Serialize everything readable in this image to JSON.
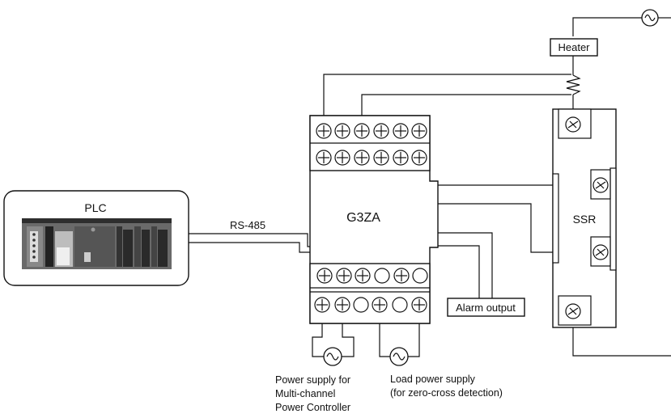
{
  "labels": {
    "plc": "PLC",
    "rs485": "RS-485",
    "controller": "G3ZA",
    "ssr": "SSR",
    "heater": "Heater",
    "alarm": "Alarm output",
    "power_supply_lines": [
      "Power supply for",
      "Multi-channel",
      "Power Controller"
    ],
    "load_supply_lines": [
      "Load power supply",
      "(for zero-cross detection)"
    ]
  },
  "icons": {
    "ac_source": "ac-sine-icon",
    "screw_terminal": "screw-terminal-icon",
    "open_terminal": "open-terminal-icon"
  },
  "colors": {
    "line": "#111111",
    "plc_module": "#555555",
    "plc_dark": "#2a2a2a",
    "plc_light": "#cccccc",
    "plc_bg": "#efefef"
  }
}
